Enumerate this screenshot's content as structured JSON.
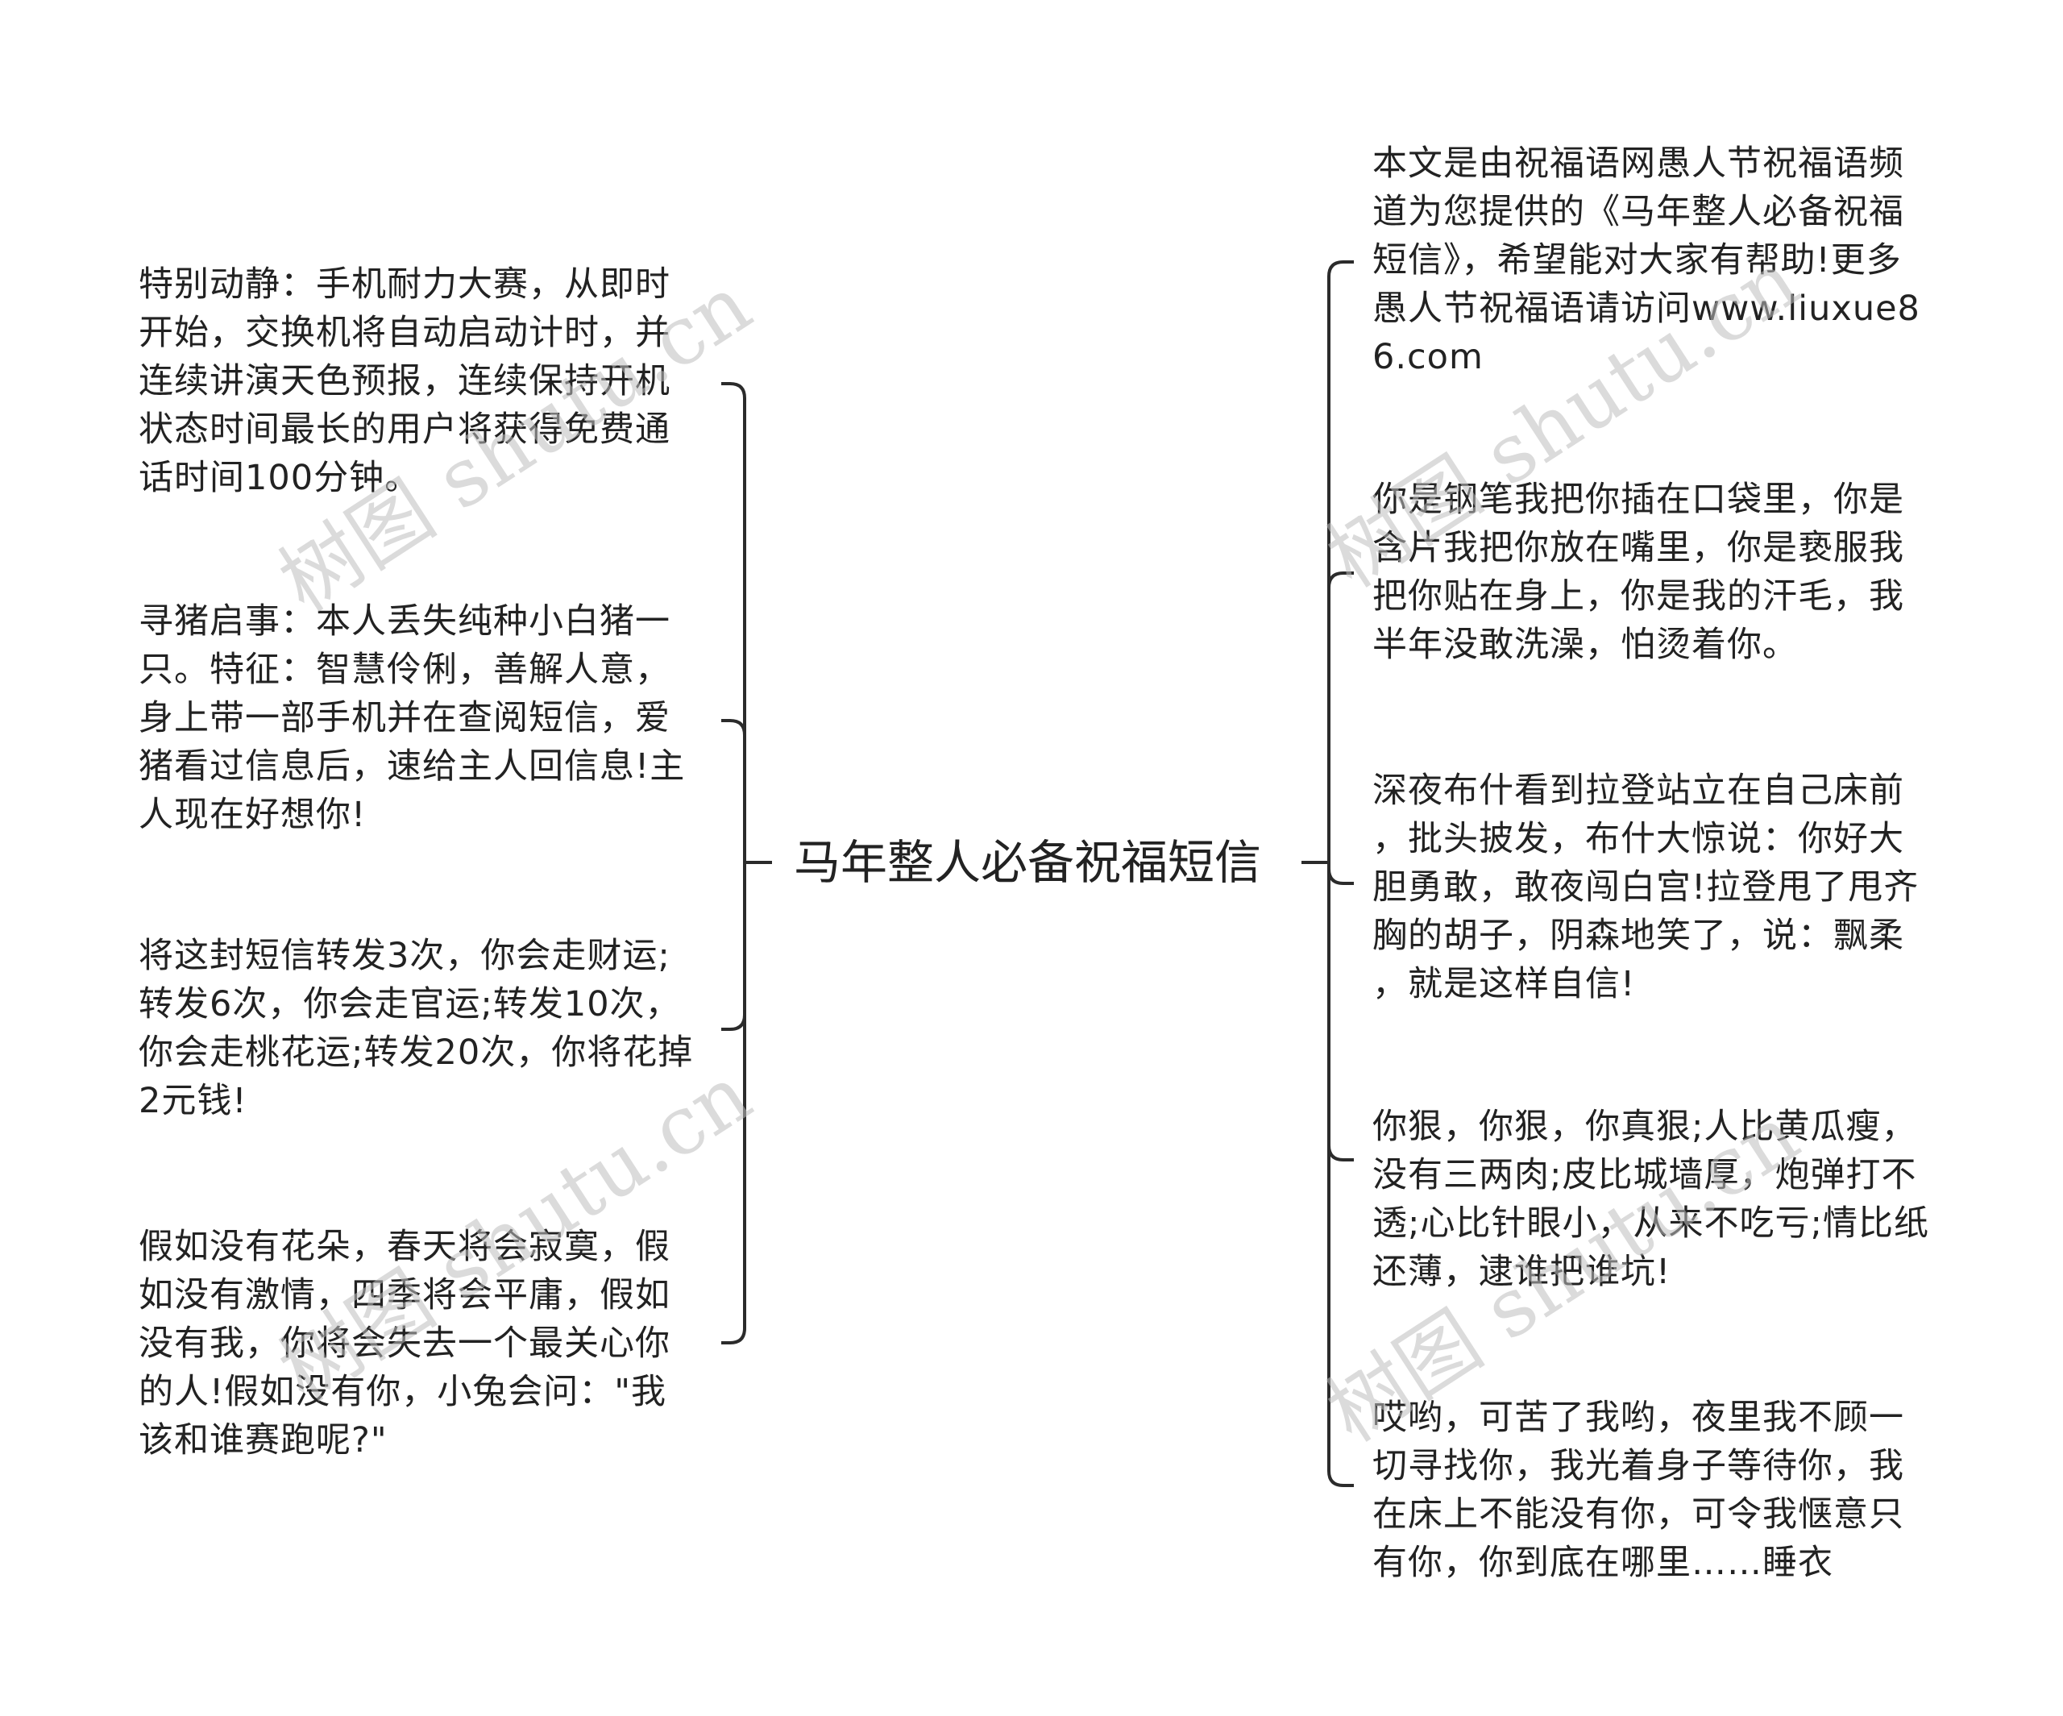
{
  "root": {
    "title": "马年整人必备祝福短信"
  },
  "left_nodes": [
    {
      "lines": [
        "特别动静：手机耐力大赛，从即时",
        "开始，交换机将自动启动计时，并",
        "连续讲演天色预报，连续保持开机",
        "状态时间最长的用户将获得免费通",
        "话时间100分钟。"
      ]
    },
    {
      "lines": [
        "寻猪启事：本人丢失纯种小白猪一",
        "只。特征：智慧伶俐，善解人意，",
        "身上带一部手机并在查阅短信，爱",
        "猪看过信息后，速给主人回信息!主",
        "人现在好想你!"
      ]
    },
    {
      "lines": [
        "将这封短信转发3次，你会走财运;",
        "转发6次，你会走官运;转发10次，",
        "你会走桃花运;转发20次，你将花掉",
        "2元钱!"
      ]
    },
    {
      "lines": [
        "假如没有花朵，春天将会寂寞，假",
        "如没有激情，四季将会平庸，假如",
        "没有我，你将会失去一个最关心你",
        "的人!假如没有你，小兔会问：\"我",
        "该和谁赛跑呢?\""
      ]
    }
  ],
  "right_nodes": [
    {
      "lines": [
        "本文是由祝福语网愚人节祝福语频",
        "道为您提供的《马年整人必备祝福",
        "短信》，希望能对大家有帮助!更多",
        "愚人节祝福语请访问www.liuxue8",
        "6.com"
      ]
    },
    {
      "lines": [
        "你是钢笔我把你插在口袋里，你是",
        "含片我把你放在嘴里，你是亵服我",
        "把你贴在身上，你是我的汗毛，我",
        "半年没敢洗澡，怕烫着你。"
      ]
    },
    {
      "lines": [
        "深夜布什看到拉登站立在自己床前",
        "，批头披发，布什大惊说：你好大",
        "胆勇敢，敢夜闯白宫!拉登甩了甩齐",
        "胸的胡子，阴森地笑了，说：飘柔",
        "，就是这样自信!"
      ]
    },
    {
      "lines": [
        "你狠，你狠，你真狠;人比黄瓜瘦，",
        "没有三两肉;皮比城墙厚，炮弹打不",
        "透;心比针眼小，从来不吃亏;情比纸",
        "还薄，逮谁把谁坑!"
      ]
    },
    {
      "lines": [
        "哎哟，可苦了我哟，夜里我不顾一",
        "切寻找你，我光着身子等待你，我",
        "在床上不能没有你，可令我惬意只",
        "有你，你到底在哪里……睡衣"
      ]
    }
  ],
  "watermark": "树图 shutu.cn",
  "colors": {
    "line": "#2b2b2b",
    "text": "#222222",
    "watermark": "#bebebe"
  }
}
